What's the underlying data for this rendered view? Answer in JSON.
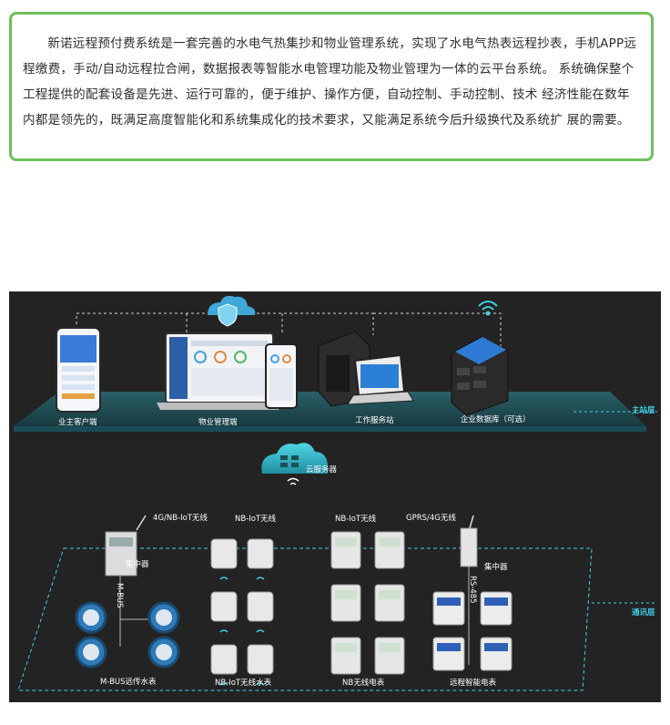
{
  "intro": {
    "text": "新诺远程预付费系统是一套完善的水电气热集抄和物业管理系统，实现了水电气热表远程抄表，手机APP远程缴费，手动/自动远程拉合闸，数据报表等智能水电管理功能及物业管理为一体的云平台系统。 系统确保整个工程提供的配套设备是先进、运行可靠的，便于维护、操作方便，自动控制、手动控制、技术 经济性能在数年内都是领先的，既满足高度智能化和系统集成化的技术要求，又能满足系统今后升级换代及系统扩 展的需要。"
  },
  "diagram": {
    "top_layer": {
      "devices": [
        "业主客户端",
        "物业管理端",
        "工作服务站",
        "企业数据库（可选）"
      ],
      "layer_name": "主站层"
    },
    "cloud_server": "云服务器",
    "comm_layer": {
      "layer_name": "通讯层",
      "links": [
        "4G/NB-IoT无线",
        "NB-IoT无线",
        "NB-IoT无线",
        "GPRS/4G无线"
      ],
      "concentrators": [
        "集中器",
        "集中器"
      ],
      "buses": [
        "M-BUS",
        "RS-485"
      ],
      "meter_groups": [
        "M-BUS远传水表",
        "NB-IoT无线水表",
        "NB无线电表",
        "远程智能电表"
      ]
    },
    "colors": {
      "accent": "#3fd0e6",
      "background": "#232323",
      "frame_green": "#6fbf5b"
    }
  }
}
